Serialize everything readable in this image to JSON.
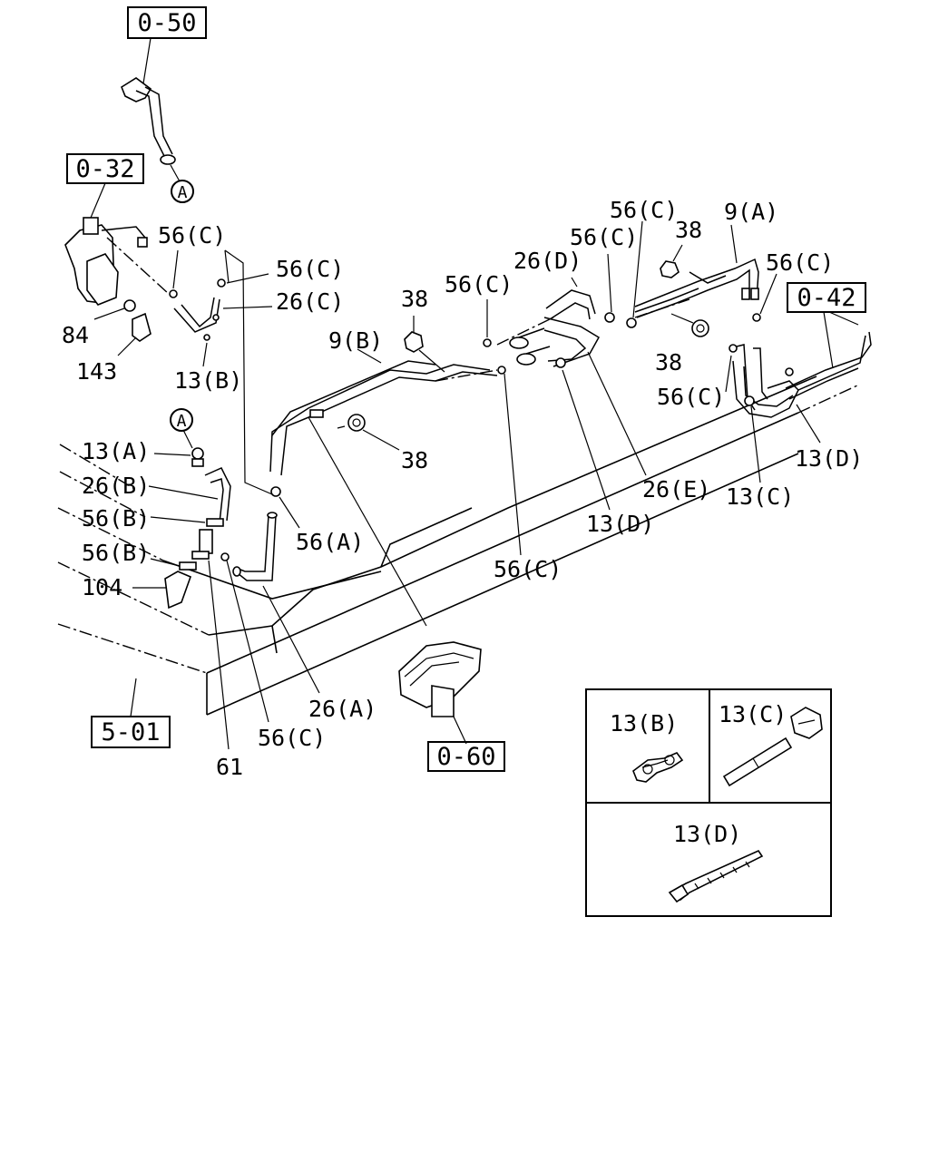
{
  "ref_boxes": {
    "r050": "0-50",
    "r032": "0-32",
    "r042": "0-42",
    "r501": "5-01",
    "r060": "0-60"
  },
  "circle_marks": {
    "top": "A",
    "left": "A"
  },
  "callouts": {
    "p56c_top_left": "56(C)",
    "p56c_left2": "56(C)",
    "p26c": "26(C)",
    "p84": "84",
    "p143": "143",
    "p13b": "13(B)",
    "p9b": "9(B)",
    "p38_a": "38",
    "p56c_mid": "56(C)",
    "p26d": "26(D)",
    "p56c_b": "56(C)",
    "p56c_c": "56(C)",
    "p38_top": "38",
    "p9a": "9(A)",
    "p56c_right": "56(C)",
    "p38_b": "38",
    "p56c_d": "56(C)",
    "p13d_right": "13(D)",
    "p13c": "13(C)",
    "p26e": "26(E)",
    "p13d_mid": "13(D)",
    "p38_c": "38",
    "p56c_e": "56(C)",
    "p13a": "13(A)",
    "p26b": "26(B)",
    "p56b_1": "56(B)",
    "p56b_2": "56(B)",
    "p104": "104",
    "p56a": "56(A)",
    "p26a": "26(A)",
    "p56c_bottom": "56(C)",
    "p61": "61"
  },
  "legend": {
    "cell_13b": "13(B)",
    "cell_13c": "13(C)",
    "cell_13d": "13(D)"
  }
}
